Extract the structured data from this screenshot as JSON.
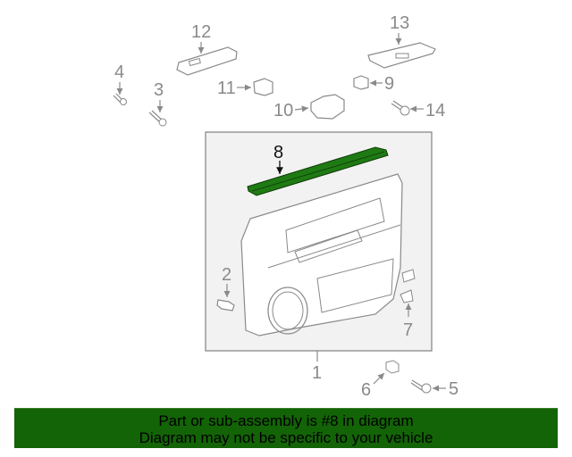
{
  "diagram": {
    "title": "Door Trim Panel parts diagram",
    "highlight_color": "#1f7a14",
    "line_color": "#8a8a8a",
    "callouts": [
      {
        "id": "1",
        "label": "1"
      },
      {
        "id": "2",
        "label": "2"
      },
      {
        "id": "3",
        "label": "3"
      },
      {
        "id": "4",
        "label": "4"
      },
      {
        "id": "5",
        "label": "5"
      },
      {
        "id": "6",
        "label": "6"
      },
      {
        "id": "7",
        "label": "7"
      },
      {
        "id": "8",
        "label": "8",
        "highlighted": true
      },
      {
        "id": "9",
        "label": "9"
      },
      {
        "id": "10",
        "label": "10"
      },
      {
        "id": "11",
        "label": "11"
      },
      {
        "id": "12",
        "label": "12"
      },
      {
        "id": "13",
        "label": "13"
      },
      {
        "id": "14",
        "label": "14"
      }
    ]
  },
  "banner": {
    "line1": "Part or sub-assembly is #8 in diagram",
    "line2": "Diagram may not be specific to your vehicle",
    "background": "#136307"
  }
}
